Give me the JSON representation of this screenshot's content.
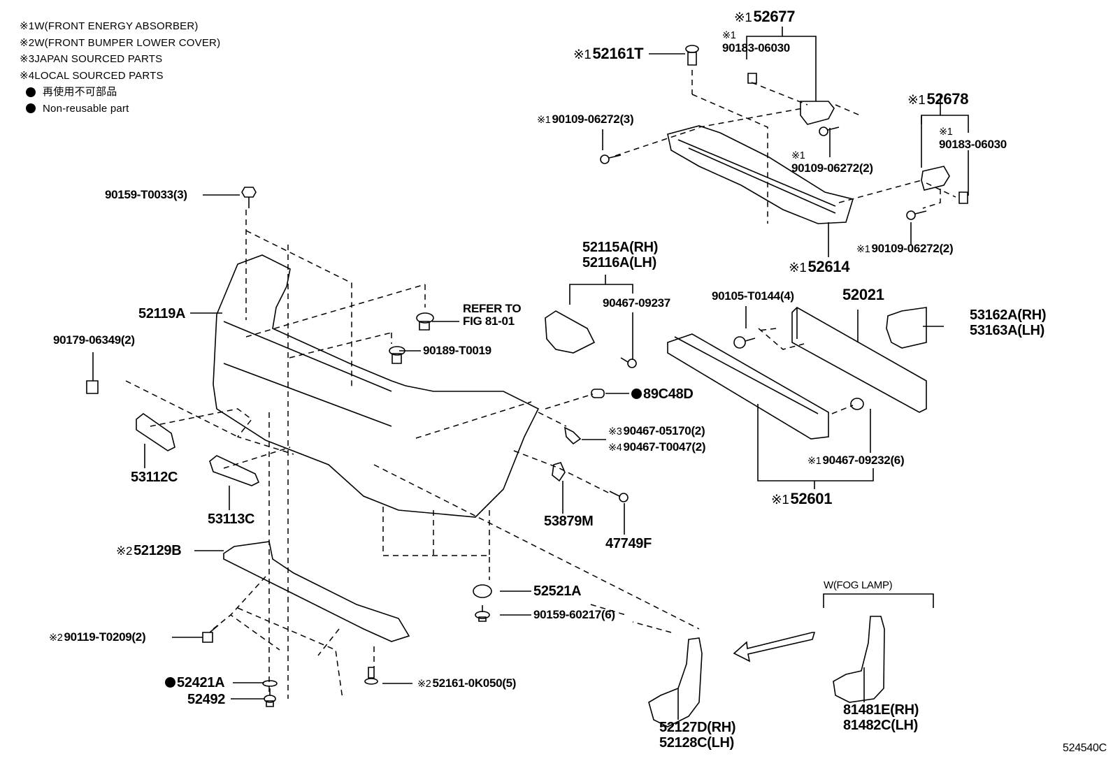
{
  "legend": {
    "notes": [
      {
        "mark": "※1",
        "text": "W(FRONT ENERGY ABSORBER)"
      },
      {
        "mark": "※2",
        "text": "W(FRONT BUMPER LOWER COVER)"
      },
      {
        "mark": "※3",
        "text": "JAPAN SOURCED PARTS"
      },
      {
        "mark": "※4",
        "text": "LOCAL SOURCED PARTS"
      }
    ],
    "bullets": [
      {
        "icon": "filled-circle",
        "text": "再使用不可部品"
      },
      {
        "icon": "filled-circle",
        "text": "Non-reusable part"
      }
    ]
  },
  "parts": {
    "p52677": {
      "mark": "※1",
      "number": "52677"
    },
    "p52161T": {
      "mark": "※1",
      "number": "52161T"
    },
    "p90183a": {
      "mark": "※1",
      "number": "90183-06030"
    },
    "p90109a": {
      "mark": "※1",
      "number": "90109-06272(3)"
    },
    "p90109b": {
      "mark": "※1",
      "number": "90109-06272(2)"
    },
    "p52678": {
      "mark": "※1",
      "number": "52678"
    },
    "p90183b": {
      "mark": "※1",
      "number": "90183-06030"
    },
    "p90109c": {
      "mark": "※1",
      "number": "90109-06272(2)"
    },
    "p52614": {
      "mark": "※1",
      "number": "52614"
    },
    "p90159T": {
      "number": "90159-T0033(3)"
    },
    "p52119A": {
      "number": "52119A"
    },
    "p90179": {
      "number": "90179-06349(2)"
    },
    "refer_line1": {
      "number": "REFER TO"
    },
    "refer_line2": {
      "number": "FIG 81-01"
    },
    "p90189": {
      "number": "90189-T0019"
    },
    "p52115A": {
      "number": "52115A(RH)"
    },
    "p52116A": {
      "number": "52116A(LH)"
    },
    "p90467_09237": {
      "number": "90467-09237"
    },
    "p90105": {
      "number": "90105-T0144(4)"
    },
    "p52021": {
      "number": "52021"
    },
    "p53162A": {
      "number": "53162A(RH)"
    },
    "p53163A": {
      "number": "53163A(LH)"
    },
    "p89C48D": {
      "bullet": "non-reusable",
      "number": "89C48D"
    },
    "p90467_05170": {
      "mark": "※3",
      "number": "90467-05170(2)"
    },
    "p90467_T0047": {
      "mark": "※4",
      "number": "90467-T0047(2)"
    },
    "p90467_09232": {
      "mark": "※1",
      "number": "90467-09232(6)"
    },
    "p52601": {
      "mark": "※1",
      "number": "52601"
    },
    "p53112C": {
      "number": "53112C"
    },
    "p53113C": {
      "number": "53113C"
    },
    "p53879M": {
      "number": "53879M"
    },
    "p47749F": {
      "number": "47749F"
    },
    "p52129B": {
      "mark": "※2",
      "number": "52129B"
    },
    "p52521A": {
      "number": "52521A"
    },
    "p90159_60217": {
      "number": "90159-60217(6)"
    },
    "p90119": {
      "mark": "※2",
      "number": "90119-T0209(2)"
    },
    "p52421A": {
      "bullet": "non-reusable",
      "number": "52421A"
    },
    "p52492": {
      "number": "52492"
    },
    "p52161_0K050": {
      "mark": "※2",
      "number": "52161-0K050(5)"
    },
    "fog_group": {
      "number": "W(FOG LAMP)"
    },
    "p52127D": {
      "number": "52127D(RH)"
    },
    "p52128C": {
      "number": "52128C(LH)"
    },
    "p81481E": {
      "number": "81481E(RH)"
    },
    "p81482C": {
      "number": "81482C(LH)"
    }
  },
  "figure_id": "524540C"
}
